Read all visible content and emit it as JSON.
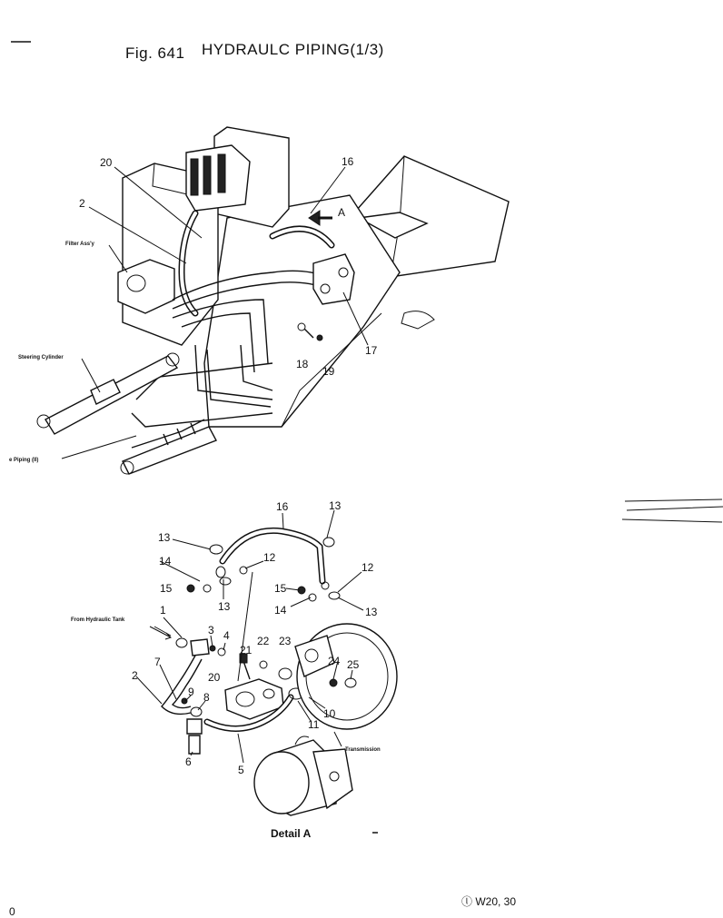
{
  "header": {
    "fig_number": "Fig. 641",
    "title": "HYDRAULC PIPING(1/3)"
  },
  "main_view": {
    "callouts": [
      "20",
      "2",
      "16",
      "17",
      "18",
      "19"
    ],
    "labels": {
      "filter": "Filter Ass'y",
      "steering": "Steering Cylinder",
      "piping": "e Piping (II)",
      "arrow": "A"
    }
  },
  "detail_view": {
    "callouts": [
      "16",
      "13",
      "13",
      "14",
      "15",
      "12",
      "13",
      "12",
      "15",
      "14",
      "13",
      "1",
      "3",
      "4",
      "21",
      "22",
      "23",
      "24",
      "25",
      "7",
      "20",
      "2",
      "9",
      "8",
      "10",
      "11",
      "5",
      "6"
    ],
    "labels": {
      "from_tank": "From Hydraulic Tank",
      "transmission": "Transmission",
      "caption": "Detail A"
    }
  },
  "footer": {
    "page_marker": "0",
    "model_code": "ⓛ W20, 30"
  }
}
